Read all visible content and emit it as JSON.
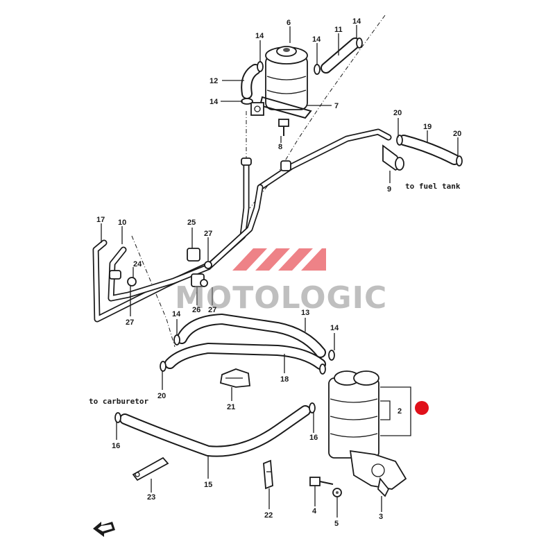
{
  "watermark": {
    "text": "MOTOLOGIC"
  },
  "notes": {
    "to_fuel_tank": "to fuel tank",
    "to_carburetor": "to carburetor"
  },
  "callouts": [
    {
      "id": "c-6",
      "label": "6"
    },
    {
      "id": "c-14a",
      "label": "14"
    },
    {
      "id": "c-14b",
      "label": "14"
    },
    {
      "id": "c-11",
      "label": "11"
    },
    {
      "id": "c-14c",
      "label": "14"
    },
    {
      "id": "c-12",
      "label": "12"
    },
    {
      "id": "c-14d",
      "label": "14"
    },
    {
      "id": "c-7",
      "label": "7"
    },
    {
      "id": "c-8",
      "label": "8"
    },
    {
      "id": "c-20a",
      "label": "20"
    },
    {
      "id": "c-19",
      "label": "19"
    },
    {
      "id": "c-20b",
      "label": "20"
    },
    {
      "id": "c-9",
      "label": "9"
    },
    {
      "id": "c-17",
      "label": "17"
    },
    {
      "id": "c-10",
      "label": "10"
    },
    {
      "id": "c-25",
      "label": "25"
    },
    {
      "id": "c-27a",
      "label": "27"
    },
    {
      "id": "c-24",
      "label": "24"
    },
    {
      "id": "c-27b",
      "label": "27"
    },
    {
      "id": "c-26",
      "label": "26"
    },
    {
      "id": "c-27c",
      "label": "27"
    },
    {
      "id": "c-14e",
      "label": "14"
    },
    {
      "id": "c-13",
      "label": "13"
    },
    {
      "id": "c-14f",
      "label": "14"
    },
    {
      "id": "c-18",
      "label": "18"
    },
    {
      "id": "c-20c",
      "label": "20"
    },
    {
      "id": "c-21",
      "label": "21"
    },
    {
      "id": "c-2",
      "label": "2"
    },
    {
      "id": "c-16a",
      "label": "16"
    },
    {
      "id": "c-16b",
      "label": "16"
    },
    {
      "id": "c-15",
      "label": "15"
    },
    {
      "id": "c-23",
      "label": "23"
    },
    {
      "id": "c-22",
      "label": "22"
    },
    {
      "id": "c-4",
      "label": "4"
    },
    {
      "id": "c-5",
      "label": "5"
    },
    {
      "id": "c-3",
      "label": "3"
    }
  ],
  "colors": {
    "line": "#1a1a1a",
    "marker": "#e0101a",
    "logo_red": "#e8585f",
    "watermark": "#8a8a8a"
  },
  "icons": {
    "front_arrow": "arrow-icon",
    "marker": "red-dot-icon",
    "logo": "motologic-logo-icon"
  }
}
